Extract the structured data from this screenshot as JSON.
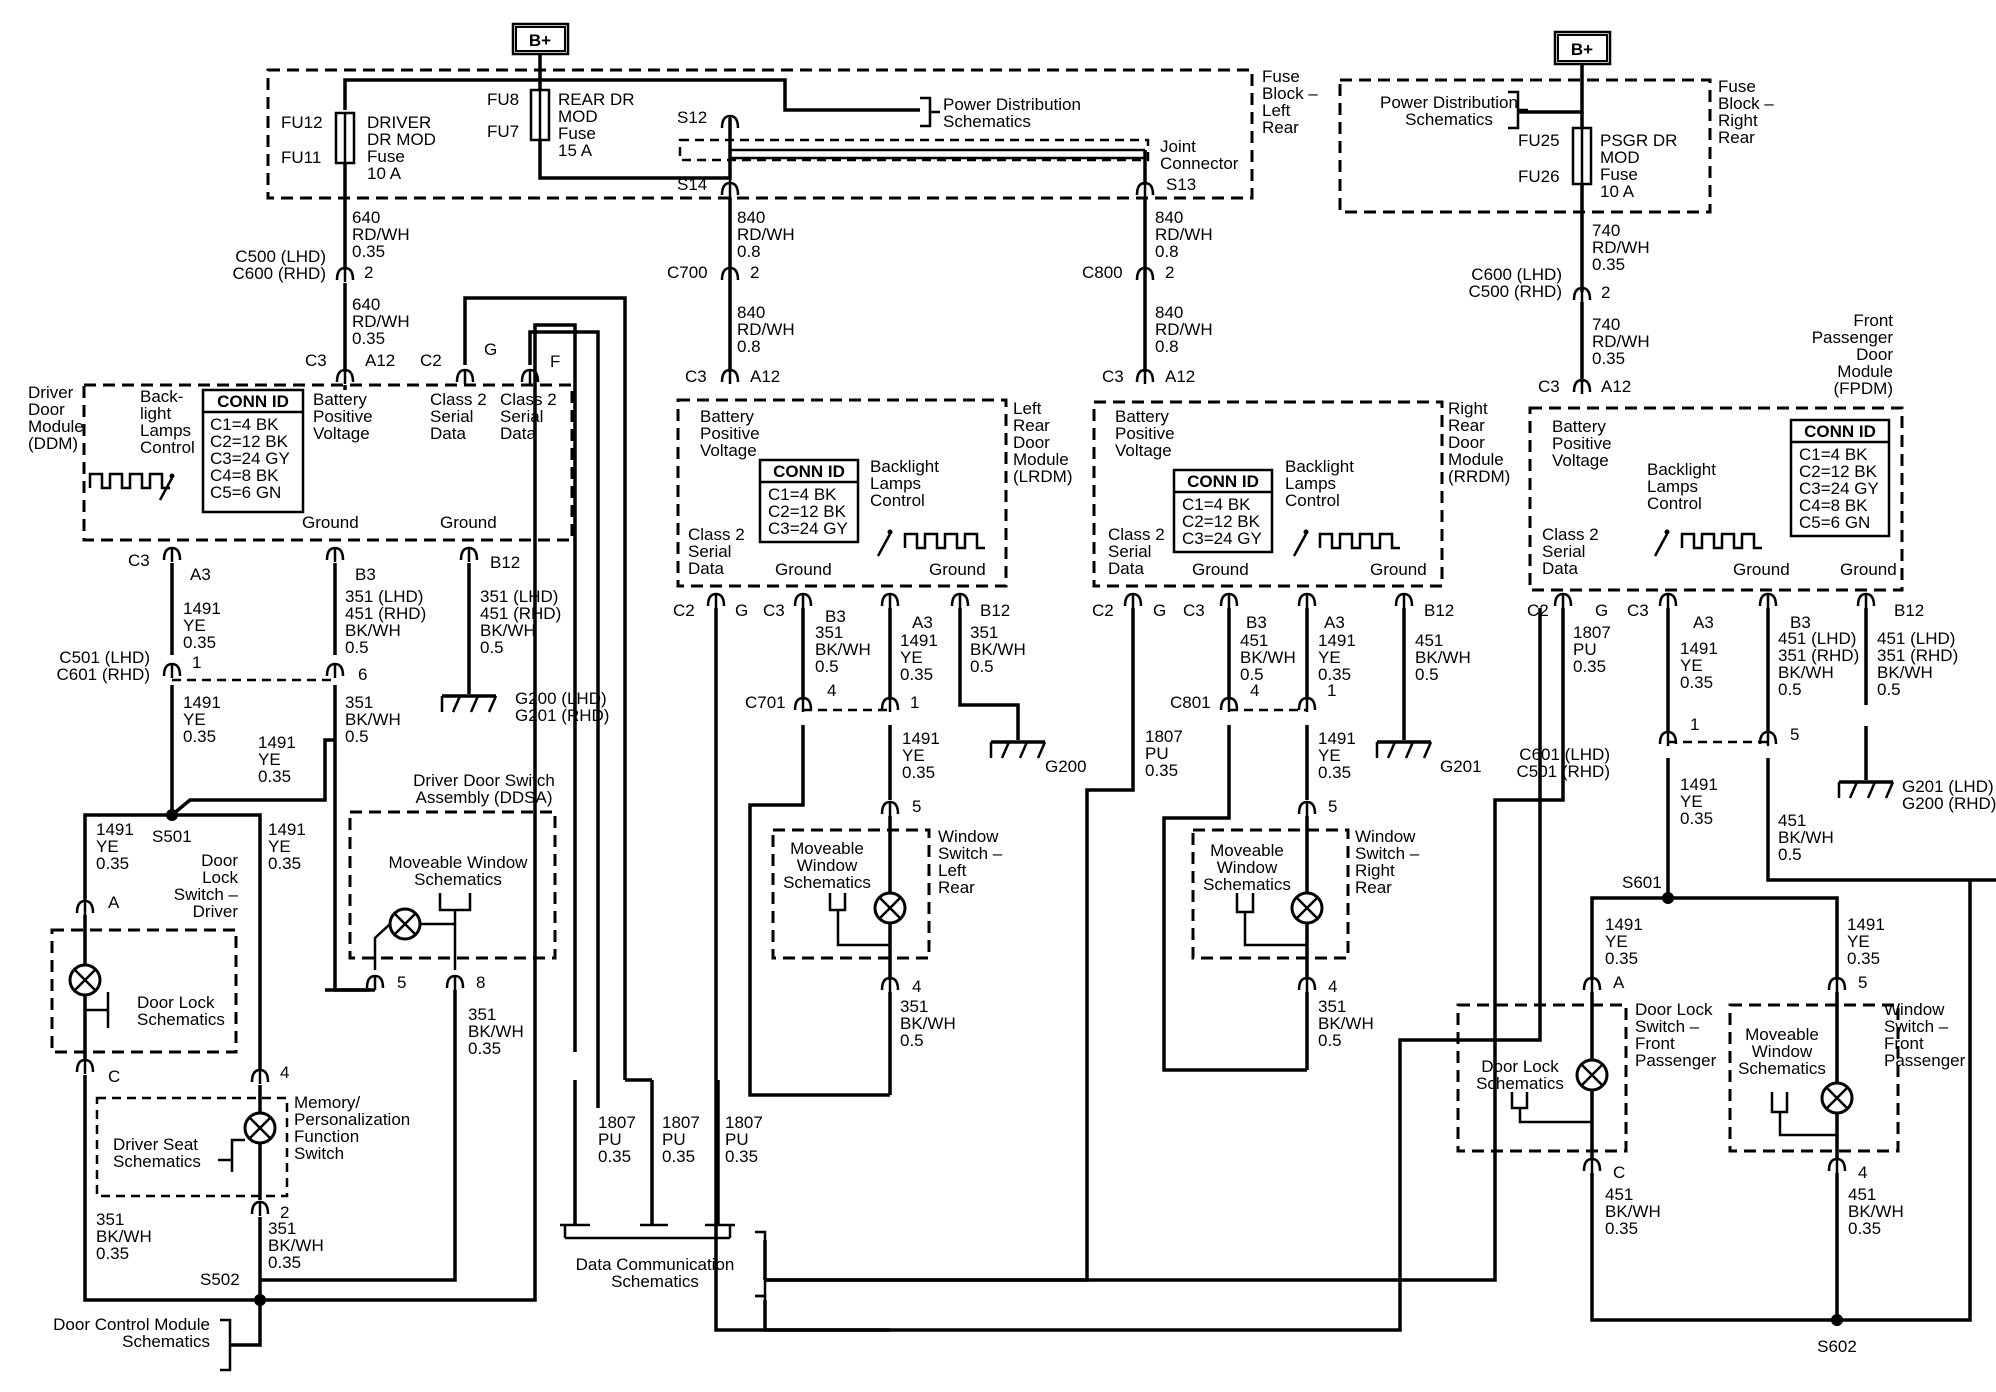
{
  "power": {
    "bplus_left": "B+",
    "bplus_right": "B+"
  },
  "fuse_block_left": {
    "title": [
      "Fuse",
      "Block –",
      "Left",
      "Rear"
    ],
    "fu_driver_top": "FU12",
    "fu_driver_bottom": "FU11",
    "driver_fuse": [
      "DRIVER",
      "DR MOD",
      "Fuse",
      "10 A"
    ],
    "fu_rear_top": "FU8",
    "fu_rear_bottom": "FU7",
    "rear_fuse": [
      "REAR DR",
      "MOD",
      "Fuse",
      "15 A"
    ],
    "power_dist": [
      "Power Distribution",
      "Schematics"
    ],
    "splice_s12": "S12",
    "splice_s14": "S14",
    "splice_s13": "S13",
    "joint": [
      "Joint",
      "Connector"
    ]
  },
  "fuse_block_right": {
    "title": [
      "Fuse",
      "Block –",
      "Right",
      "Rear"
    ],
    "power_dist": [
      "Power Distribution",
      "Schematics"
    ],
    "fu_top": "FU25",
    "fu_bottom": "FU26",
    "fuse": [
      "PSGR DR",
      "MOD",
      "Fuse",
      "10 A"
    ]
  },
  "ddm": {
    "title": [
      "Driver",
      "Door",
      "Module",
      "(DDM)"
    ],
    "wire_640_a": [
      "640",
      "RD/WH",
      "0.35"
    ],
    "conn_c500": [
      "C500 (LHD)",
      "C600 (RHD)"
    ],
    "pin_2": "2",
    "wire_640_b": [
      "640",
      "RD/WH",
      "0.35"
    ],
    "c3": "C3",
    "a12": "A12",
    "c2": "C2",
    "g": "G",
    "f": "F",
    "backlight": [
      "Back-",
      "light",
      "Lamps",
      "Control"
    ],
    "conn_id_title": "CONN ID",
    "conn_id": [
      "C1=4 BK",
      "C2=12 BK",
      "C3=24 GY",
      "C4=8 BK",
      "C5=6 GN"
    ],
    "battery": [
      "Battery",
      "Positive",
      "Voltage"
    ],
    "class2_a": [
      "Class 2",
      "Serial",
      "Data"
    ],
    "class2_b": [
      "Class 2",
      "Serial",
      "Data"
    ],
    "ground_a": "Ground",
    "ground_b": "Ground",
    "c3_bottom": "C3",
    "a3": "A3",
    "b3": "B3",
    "b12": "B12",
    "wire_1491_a": [
      "1491",
      "YE",
      "0.35"
    ],
    "wire_351_a": [
      "351 (LHD)",
      "451 (RHD)",
      "BK/WH",
      "0.5"
    ],
    "wire_351_b": [
      "351 (LHD)",
      "451 (RHD)",
      "BK/WH",
      "0.5"
    ],
    "conn_c501": [
      "C501 (LHD)",
      "C601 (RHD)"
    ],
    "pin_1": "1",
    "pin_6": "6",
    "wire_1491_b": [
      "1491",
      "YE",
      "0.35"
    ],
    "wire_351_c": [
      "351",
      "BK/WH",
      "0.5"
    ],
    "ground_g200": [
      "G200 (LHD)",
      "G201 (RHD)"
    ],
    "wire_1491_c": [
      "1491",
      "YE",
      "0.35"
    ],
    "splice_s501": "S501",
    "ddsa": [
      "Driver Door Switch",
      "Assembly (DDSA)"
    ],
    "ddsa_inner": [
      "Moveable Window",
      "Schematics"
    ],
    "pin_5": "5",
    "pin_8": "8",
    "wire_1491_d": [
      "1491",
      "YE",
      "0.35"
    ],
    "door_lock_switch": [
      "Door",
      "Lock",
      "Switch –",
      "Driver"
    ],
    "wire_1491_e": [
      "1491",
      "YE",
      "0.35"
    ],
    "pin_a": "A",
    "door_lock_sch": [
      "Door Lock",
      "Schematics"
    ],
    "pin_c": "C",
    "pin_4": "4",
    "memory": [
      "Memory/",
      "Personalization",
      "Function",
      "Switch"
    ],
    "driver_seat": [
      "Driver Seat",
      "Schematics"
    ],
    "wire_351_d": [
      "351",
      "BK/WH",
      "0.35"
    ],
    "wire_351_e": [
      "351",
      "BK/WH",
      "0.35"
    ],
    "pin_2b": "2",
    "wire_351_f": [
      "351",
      "BK/WH",
      "0.35"
    ],
    "splice_s502": "S502",
    "door_ctrl": [
      "Door Control Module",
      "Schematics"
    ]
  },
  "data_comm": {
    "wire_a": [
      "1807",
      "PU",
      "0.35"
    ],
    "wire_b": [
      "1807",
      "PU",
      "0.35"
    ],
    "wire_c": [
      "1807",
      "PU",
      "0.35"
    ],
    "label": [
      "Data Communication",
      "Schematics"
    ]
  },
  "lrdm": {
    "wire_840_a": [
      "840",
      "RD/WH",
      "0.8"
    ],
    "conn_c700": "C700",
    "pin_2": "2",
    "wire_840_b": [
      "840",
      "RD/WH",
      "0.8"
    ],
    "c3": "C3",
    "a12": "A12",
    "title": [
      "Left",
      "Rear",
      "Door",
      "Module",
      "(LRDM)"
    ],
    "battery": [
      "Battery",
      "Positive",
      "Voltage"
    ],
    "conn_id_title": "CONN ID",
    "conn_id": [
      "C1=4 BK",
      "C2=12 BK",
      "C3=24 GY"
    ],
    "backlight": [
      "Backlight",
      "Lamps",
      "Control"
    ],
    "class2": [
      "Class 2",
      "Serial",
      "Data"
    ],
    "ground_a": "Ground",
    "ground_b": "Ground",
    "c2": "C2",
    "g": "G",
    "c3b": "C3",
    "b3": "B3",
    "a3": "A3",
    "b12": "B12",
    "wire_351": [
      "351",
      "BK/WH",
      "0.5"
    ],
    "wire_1491": [
      "1491",
      "YE",
      "0.35"
    ],
    "wire_351b": [
      "351",
      "BK/WH",
      "0.5"
    ],
    "conn_c701": "C701",
    "pin_4": "4",
    "pin_1": "1",
    "ground": "G200",
    "wire_1491b": [
      "1491",
      "YE",
      "0.35"
    ],
    "pin_5": "5",
    "moveable": [
      "Moveable",
      "Window",
      "Schematics"
    ],
    "window_switch": [
      "Window",
      "Switch –",
      "Left",
      "Rear"
    ],
    "pin_4b": "4",
    "wire_351c": [
      "351",
      "BK/WH",
      "0.5"
    ]
  },
  "rrdm": {
    "wire_840_a": [
      "840",
      "RD/WH",
      "0.8"
    ],
    "conn_c800": "C800",
    "pin_2": "2",
    "wire_840_b": [
      "840",
      "RD/WH",
      "0.8"
    ],
    "c3": "C3",
    "a12": "A12",
    "title": [
      "Right",
      "Rear",
      "Door",
      "Module",
      "(RRDM)"
    ],
    "battery": [
      "Battery",
      "Positive",
      "Voltage"
    ],
    "conn_id_title": "CONN ID",
    "conn_id": [
      "C1=4 BK",
      "C2=12 BK",
      "C3=24 GY"
    ],
    "backlight": [
      "Backlight",
      "Lamps",
      "Control"
    ],
    "class2": [
      "Class 2",
      "Serial",
      "Data"
    ],
    "ground_a": "Ground",
    "ground_b": "Ground",
    "c2": "C2",
    "g": "G",
    "c3b": "C3",
    "b3": "B3",
    "a3": "A3",
    "b12": "B12",
    "wire_451": [
      "451",
      "BK/WH",
      "0.5"
    ],
    "wire_1491": [
      "1491",
      "YE",
      "0.35"
    ],
    "wire_451b": [
      "451",
      "BK/WH",
      "0.5"
    ],
    "conn_c801": "C801",
    "pin_4": "4",
    "pin_1": "1",
    "wire_1807": [
      "1807",
      "PU",
      "0.35"
    ],
    "ground": "G201",
    "wire_1491b": [
      "1491",
      "YE",
      "0.35"
    ],
    "pin_5": "5",
    "moveable": [
      "Moveable",
      "Window",
      "Schematics"
    ],
    "window_switch": [
      "Window",
      "Switch –",
      "Right",
      "Rear"
    ],
    "pin_4b": "4",
    "wire_351": [
      "351",
      "BK/WH",
      "0.5"
    ]
  },
  "fpdm": {
    "wire_740_a": [
      "740",
      "RD/WH",
      "0.35"
    ],
    "conn_c600": [
      "C600 (LHD)",
      "C500 (RHD)"
    ],
    "pin_2": "2",
    "wire_740_b": [
      "740",
      "RD/WH",
      "0.35"
    ],
    "c3": "C3",
    "a12": "A12",
    "title": [
      "Front",
      "Passenger",
      "Door",
      "Module",
      "(FPDM)"
    ],
    "battery": [
      "Battery",
      "Positive",
      "Voltage"
    ],
    "backlight": [
      "Backlight",
      "Lamps",
      "Control"
    ],
    "conn_id_title": "CONN ID",
    "conn_id": [
      "C1=4 BK",
      "C2=12 BK",
      "C3=24 GY",
      "C4=8 BK",
      "C5=6 GN"
    ],
    "class2": [
      "Class 2",
      "Serial",
      "Data"
    ],
    "ground_a": "Ground",
    "ground_b": "Ground",
    "c2": "C2",
    "g": "G",
    "c3b": "C3",
    "a3": "A3",
    "b3": "B3",
    "b12": "B12",
    "wire_1807": [
      "1807",
      "PU",
      "0.35"
    ],
    "wire_1491": [
      "1491",
      "YE",
      "0.35"
    ],
    "wire_451": [
      "451 (LHD)",
      "351 (RHD)",
      "BK/WH",
      "0.5"
    ],
    "wire_451b": [
      "451 (LHD)",
      "351 (RHD)",
      "BK/WH",
      "0.5"
    ],
    "conn_c601": [
      "C601 (LHD)",
      "C501 (RHD)"
    ],
    "pin_1": "1",
    "pin_5": "5",
    "ground": [
      "G201 (LHD)",
      "G200 (RHD)"
    ],
    "wire_1491b": [
      "1491",
      "YE",
      "0.35"
    ],
    "wire_451c": [
      "451",
      "BK/WH",
      "0.5"
    ],
    "splice_s601": "S601",
    "wire_1491c": [
      "1491",
      "YE",
      "0.35"
    ],
    "wire_1491d": [
      "1491",
      "YE",
      "0.35"
    ],
    "pin_a": "A",
    "pin_5b": "5",
    "door_lock_switch": [
      "Door Lock",
      "Switch –",
      "Front",
      "Passenger"
    ],
    "door_lock_sch": [
      "Door Lock",
      "Schematics"
    ],
    "moveable": [
      "Moveable",
      "Window",
      "Schematics"
    ],
    "window_switch": [
      "Window",
      "Switch –",
      "Front",
      "Passenger"
    ],
    "pin_c": "C",
    "pin_4": "4",
    "wire_451d": [
      "451",
      "BK/WH",
      "0.35"
    ],
    "wire_451e": [
      "451",
      "BK/WH",
      "0.35"
    ],
    "splice_s602": "S602"
  }
}
